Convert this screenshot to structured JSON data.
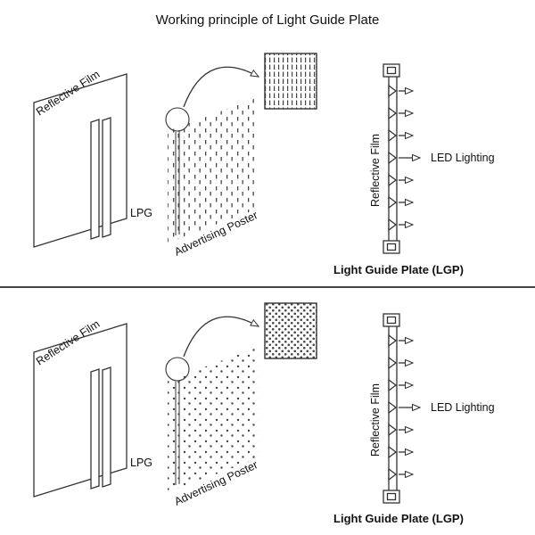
{
  "title": "Working principle of Light Guide Plate",
  "colors": {
    "line": "#333333",
    "text": "#111111",
    "background": "#ffffff"
  },
  "sections": {
    "top": {
      "labels": {
        "reflective_film": "Reflective Film",
        "lpg": "LPG",
        "advertising_poster": "Advertising Poster",
        "side_reflective_film": "Reflective Film",
        "led_lighting": "LED Lighting",
        "caption": "Light Guide Plate (LGP)"
      }
    },
    "bottom": {
      "labels": {
        "reflective_film": "Reflective Film",
        "lpg": "LPG",
        "advertising_poster": "Advertising Poster",
        "side_reflective_film": "Reflective Film",
        "led_lighting": "LED Lighting",
        "caption": "Light Guide Plate (LGP)"
      }
    }
  }
}
